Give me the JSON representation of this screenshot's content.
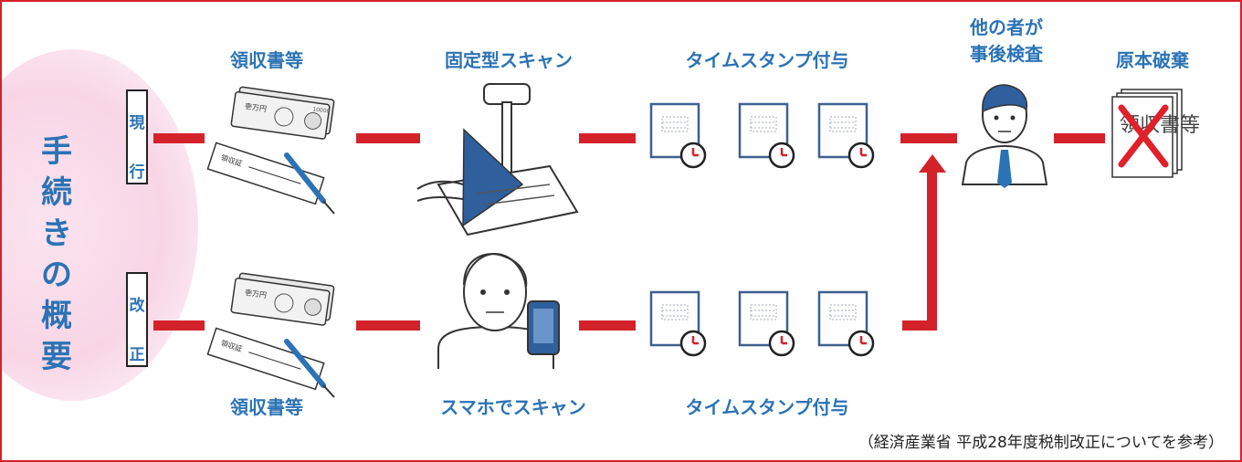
{
  "side_title": "手続きの概要",
  "rows": {
    "current": "現行",
    "revised": "改正"
  },
  "steps": {
    "receipts_top": "領収書等",
    "fixed_scan": "固定型スキャン",
    "timestamp_top": "タイムスタンプ付与",
    "inspection": "他の者が\n事後検査",
    "discard": "原本破棄",
    "receipts_bottom": "領収書等",
    "phone_scan": "スマホでスキャン",
    "timestamp_bottom": "タイムスタンプ付与"
  },
  "illustration_text": {
    "bill_text": "壱万円",
    "bill_number": "10000",
    "receipt_text": "領収証",
    "discarded_doc": "領収書等"
  },
  "source_note": "（経済産業省 平成28年度税制改正についてを参考）",
  "colors": {
    "accent_blue": "#2b73b5",
    "connector_red": "#d4222a",
    "highlight_pink": "#f8d6e6"
  }
}
